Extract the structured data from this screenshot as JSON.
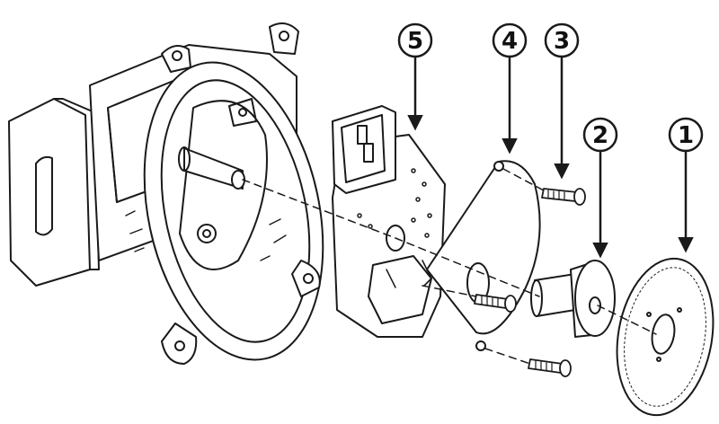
{
  "callouts": [
    {
      "id": "c1",
      "label": "1"
    },
    {
      "id": "c2",
      "label": "2"
    },
    {
      "id": "c3",
      "label": "3"
    },
    {
      "id": "c4",
      "label": "4"
    },
    {
      "id": "c5",
      "label": "5"
    }
  ],
  "colors": {
    "ink": "#1a1a1a",
    "paper": "#ffffff"
  }
}
